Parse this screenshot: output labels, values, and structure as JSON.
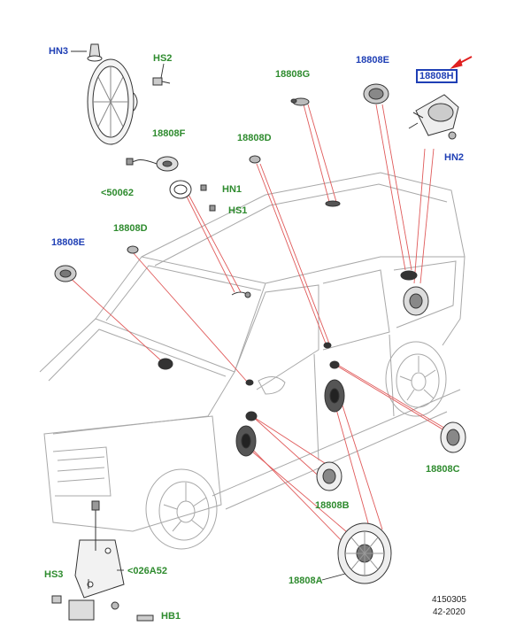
{
  "labels": {
    "hn3": "HN3",
    "hs2": "HS2",
    "l18808g": "18808G",
    "l18808e_top": "18808E",
    "l18808h": "18808H",
    "hn2": "HN2",
    "l18808f": "18808F",
    "l18808d_top": "18808D",
    "l50062": "<50062",
    "hn1_top": "HN1",
    "hs1": "HS1",
    "l18808e_left": "18808E",
    "l18808d_left": "18808D",
    "l18808c": "18808C",
    "l18808b": "18808B",
    "hs3": "HS3",
    "l026a52": "<026A52",
    "l18808a": "18808A",
    "hb1": "HB1"
  },
  "footer": {
    "ref_number": "4150305",
    "ref_date": "42-2020"
  },
  "colors": {
    "label_green": "#2e8b2e",
    "label_blue": "#1f3fb5",
    "leader_red": "#e05a5a",
    "outline": "#9a9a9a",
    "part_dark": "#222222"
  }
}
